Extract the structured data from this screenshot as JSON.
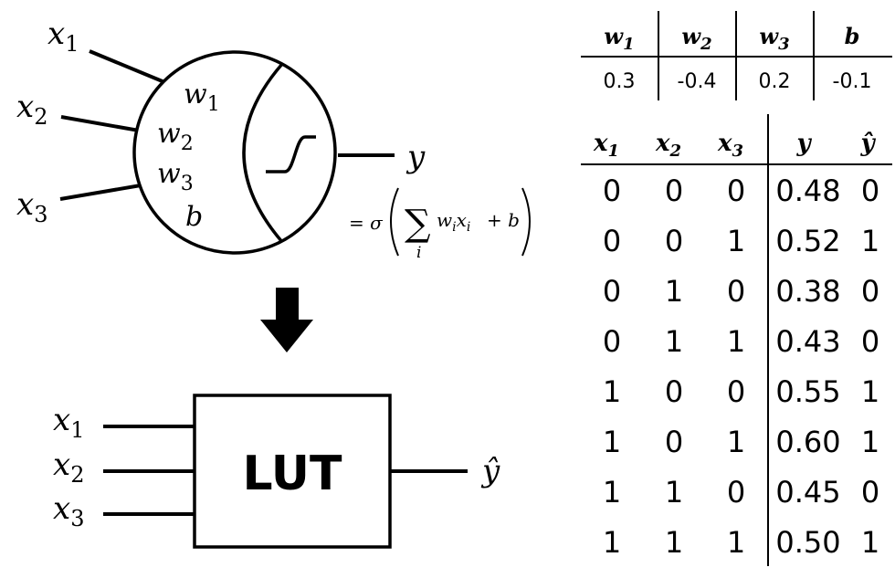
{
  "neuron": {
    "inputs": [
      {
        "base": "x",
        "sub": "1"
      },
      {
        "base": "x",
        "sub": "2"
      },
      {
        "base": "x",
        "sub": "3"
      }
    ],
    "params": [
      {
        "base": "w",
        "sub": "1"
      },
      {
        "base": "w",
        "sub": "2"
      },
      {
        "base": "w",
        "sub": "3"
      },
      {
        "base": "b",
        "sub": ""
      }
    ],
    "output": "y",
    "formula": {
      "prefix": "= σ",
      "sum_symbol": "∑",
      "sum_index": "i",
      "body": "w",
      "body_sub": "i",
      "body2": "x",
      "body2_sub": "i",
      "tail": "+ b"
    }
  },
  "lut": {
    "label": "LUT",
    "inputs": [
      {
        "base": "x",
        "sub": "1"
      },
      {
        "base": "x",
        "sub": "2"
      },
      {
        "base": "x",
        "sub": "3"
      }
    ],
    "output": "ŷ"
  },
  "weights_table": {
    "headers": [
      {
        "base": "w",
        "sub": "1"
      },
      {
        "base": "w",
        "sub": "2"
      },
      {
        "base": "w",
        "sub": "3"
      },
      {
        "base": "b",
        "sub": ""
      }
    ],
    "values": [
      "0.3",
      "-0.4",
      "0.2",
      "-0.1"
    ]
  },
  "truth_table": {
    "headers": [
      {
        "base": "x",
        "sub": "1"
      },
      {
        "base": "x",
        "sub": "2"
      },
      {
        "base": "x",
        "sub": "3"
      },
      {
        "base": "y",
        "sub": ""
      },
      {
        "base": "ŷ",
        "sub": ""
      }
    ],
    "rows": [
      [
        "0",
        "0",
        "0",
        "0.48",
        "0"
      ],
      [
        "0",
        "0",
        "1",
        "0.52",
        "1"
      ],
      [
        "0",
        "1",
        "0",
        "0.38",
        "0"
      ],
      [
        "0",
        "1",
        "1",
        "0.43",
        "0"
      ],
      [
        "1",
        "0",
        "0",
        "0.55",
        "1"
      ],
      [
        "1",
        "0",
        "1",
        "0.60",
        "1"
      ],
      [
        "1",
        "1",
        "0",
        "0.45",
        "0"
      ],
      [
        "1",
        "1",
        "1",
        "0.50",
        "1"
      ]
    ]
  }
}
